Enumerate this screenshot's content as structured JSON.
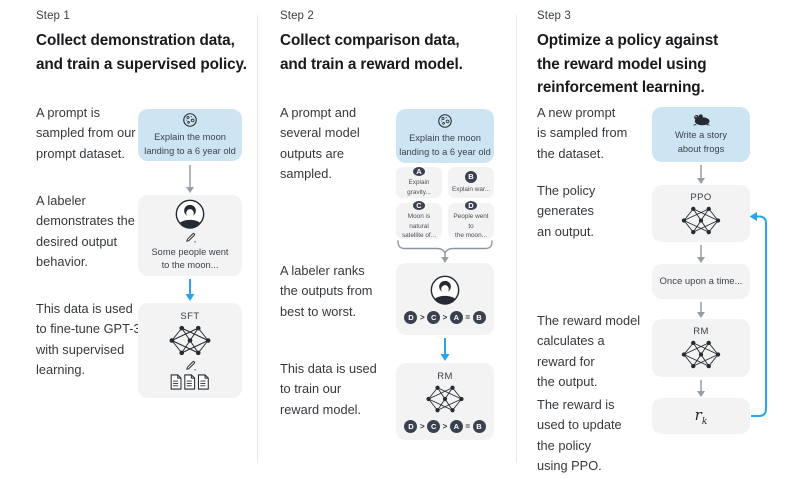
{
  "colors": {
    "prompt_box_bg": "#cde4f2",
    "model_box_bg": "#f3f3f4",
    "arrow_blue": "#27a6ee",
    "arrow_gray": "#959da5",
    "chip_bg": "#39414e",
    "divider": "#e7e8e9",
    "heading_text": "#17191c",
    "body_text": "#35383d",
    "icon_dark": "#262b33"
  },
  "columns": [
    {
      "step_label": "Step 1",
      "heading": "Collect demonstration data,\nand train a supervised policy.",
      "captions": {
        "prompt": "A prompt is\nsampled from our\nprompt dataset.",
        "labeler": "A labeler\ndemonstrates the\ndesired output\nbehavior.",
        "train": "This data is used\nto fine-tune GPT-3\nwith supervised\nlearning."
      },
      "prompt_box": {
        "text": "Explain the moon\nlanding to a 6 year old"
      },
      "labeler_box": {
        "text": "Some people went\nto the moon..."
      },
      "model_box": {
        "label": "SFT"
      }
    },
    {
      "step_label": "Step 2",
      "heading": "Collect comparison data,\nand train a reward model.",
      "captions": {
        "prompt": "A prompt and\nseveral model\noutputs are\nsampled.",
        "rank": "A labeler ranks\nthe outputs from\nbest to worst.",
        "train": "This data is used\nto train our\nreward model."
      },
      "prompt_box": {
        "text": "Explain the moon\nlanding to a 6 year old"
      },
      "outputs": [
        {
          "letter": "A",
          "text": "Explain gravity..."
        },
        {
          "letter": "B",
          "text": "Explain war..."
        },
        {
          "letter": "C",
          "text": "Moon is natural\nsatellite of..."
        },
        {
          "letter": "D",
          "text": "People went to\nthe moon..."
        }
      ],
      "ranking": [
        "D",
        ">",
        "C",
        ">",
        "A",
        "=",
        "B"
      ],
      "model_box": {
        "label": "RM"
      }
    },
    {
      "step_label": "Step 3",
      "heading": "Optimize a policy against\nthe reward model using\nreinforcement learning.",
      "captions": {
        "prompt": "A new prompt\nis sampled from\nthe dataset.",
        "policy": "The policy\ngenerates\nan output.",
        "reward": "The reward model\ncalculates a\nreward for\nthe output.",
        "update": "The reward is\nused to update\nthe policy\nusing PPO."
      },
      "prompt_box": {
        "text": "Write a story\nabout frogs"
      },
      "ppo_box": {
        "label": "PPO"
      },
      "output_box": {
        "text": "Once upon a time..."
      },
      "rm_box": {
        "label": "RM"
      },
      "reward_box": {
        "base": "r",
        "sub": "k"
      }
    }
  ]
}
